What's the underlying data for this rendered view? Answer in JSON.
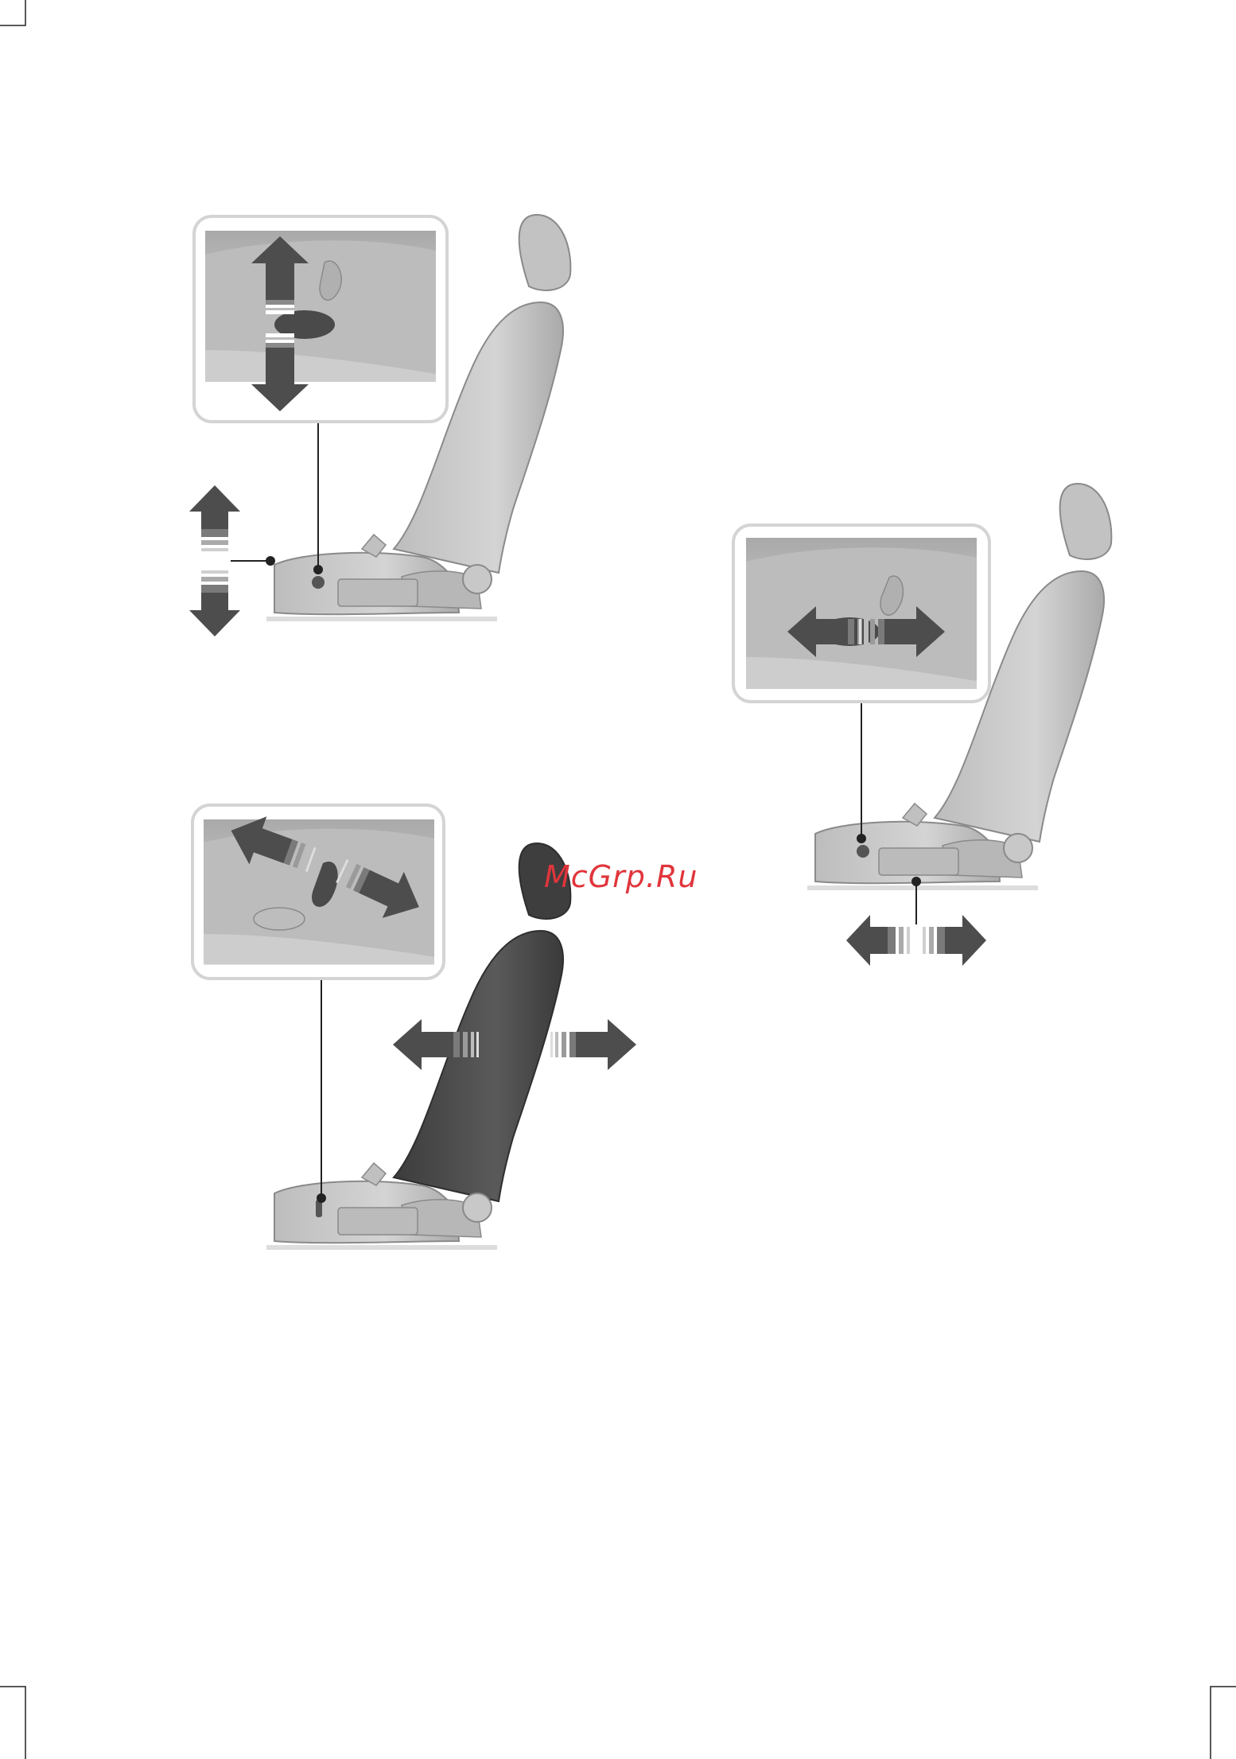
{
  "watermark": {
    "text": "McGrp.Ru",
    "color": "#e0353b"
  },
  "colors": {
    "page": "#ffffff",
    "seat_fill": "#c9c9c9",
    "seat_shade": "#a8a8a8",
    "seat_dark": "#4a4a4a",
    "arrow_dark": "#4d4d4d",
    "stripe_mid": "#9a9a9a",
    "stripe_light": "#e8e8e8",
    "callout_border": "#d4d4d4",
    "callout_bg": "#b8b8b8",
    "line": "#222222"
  },
  "figures": [
    {
      "name": "seat-height-adjustment",
      "motion": "up-down"
    },
    {
      "name": "seat-backrest-recline",
      "motion": "tilt-forward-back"
    },
    {
      "name": "seat-fore-aft-adjustment",
      "motion": "forward-back"
    }
  ]
}
